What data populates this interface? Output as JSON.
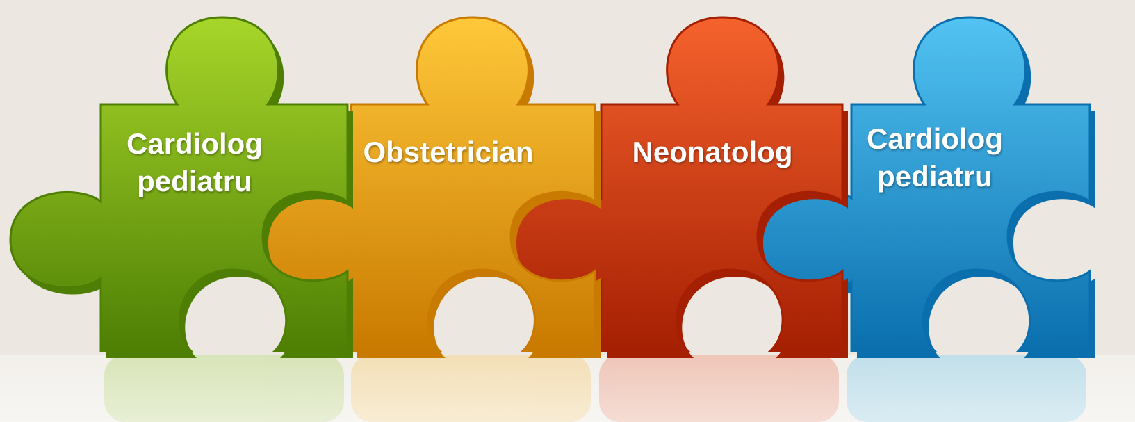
{
  "pieces": [
    {
      "id": "green",
      "label": "Cardiolog\npediatru",
      "color": "#7fb70c",
      "dark": "#4e7f04",
      "light": "#a7d62a"
    },
    {
      "id": "yellow",
      "label": "Obstetrician",
      "color": "#f2a304",
      "dark": "#c97a00",
      "light": "#ffc83a"
    },
    {
      "id": "red",
      "label": "Neonatolog",
      "color": "#e0360a",
      "dark": "#a51f02",
      "light": "#f5622d"
    },
    {
      "id": "blue",
      "label": "Cardiolog\npediatru",
      "color": "#1ea2e0",
      "dark": "#0b6fae",
      "light": "#52c3f2"
    }
  ]
}
